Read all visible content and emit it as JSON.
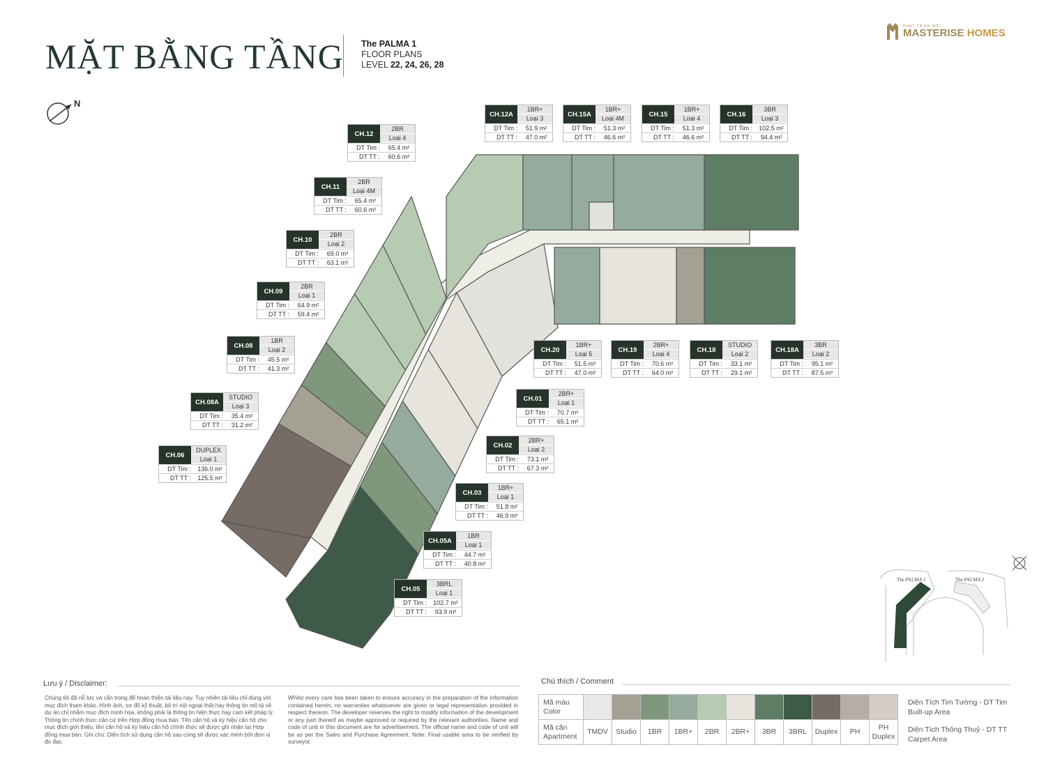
{
  "header": {
    "title": "MẶT BẰNG TẦNG",
    "project": "The PALMA 1",
    "subtitle": "FLOOR PLANS",
    "level_label": "LEVEL",
    "levels": "22, 24, 26, 28"
  },
  "logo": {
    "tagline": "PHÁT TRIỂN BỞI",
    "brand_a": "MASTERISE",
    "brand_b": "HOMES"
  },
  "compass": {
    "label": "N"
  },
  "labels": {
    "built_up": "DT Tim :",
    "carpet": "DT TT :"
  },
  "units": [
    {
      "code": "CH.12A",
      "type": "1BR+",
      "class": "Loại 3",
      "dt_tim": "51.9 m²",
      "dt_tt": "47.0 m²"
    },
    {
      "code": "CH.15A",
      "type": "1BR+",
      "class": "Loại 4M",
      "dt_tim": "51.3 m²",
      "dt_tt": "46.6 m²"
    },
    {
      "code": "CH.15",
      "type": "1BR+",
      "class": "Loại 4",
      "dt_tim": "51.3 m²",
      "dt_tt": "46.6 m²"
    },
    {
      "code": "CH.16",
      "type": "3BR",
      "class": "Loại 3",
      "dt_tim": "102.5 m²",
      "dt_tt": "94.4 m²"
    },
    {
      "code": "CH.12",
      "type": "2BR",
      "class": "Loại 4",
      "dt_tim": "65.4 m²",
      "dt_tt": "60.6 m²"
    },
    {
      "code": "CH.11",
      "type": "2BR",
      "class": "Loại 4M",
      "dt_tim": "65.4 m²",
      "dt_tt": "60.6 m²"
    },
    {
      "code": "CH.10",
      "type": "2BR",
      "class": "Loại 2",
      "dt_tim": "69.0 m²",
      "dt_tt": "63.1 m²"
    },
    {
      "code": "CH.09",
      "type": "2BR",
      "class": "Loại 1",
      "dt_tim": "64.9 m²",
      "dt_tt": "59.4 m²"
    },
    {
      "code": "CH.08",
      "type": "1BR",
      "class": "Loại 2",
      "dt_tim": "45.5 m²",
      "dt_tt": "41.3 m²"
    },
    {
      "code": "CH.08A",
      "type": "STUDIO",
      "class": "Loại 3",
      "dt_tim": "35.4 m²",
      "dt_tt": "31.2 m²"
    },
    {
      "code": "CH.06",
      "type": "DUPLEX",
      "class": "Loại 1",
      "dt_tim": "136.0 m²",
      "dt_tt": "125.5 m²"
    },
    {
      "code": "CH.20",
      "type": "1BR+",
      "class": "Loại 5",
      "dt_tim": "51.5 m²",
      "dt_tt": "47.0 m²"
    },
    {
      "code": "CH.19",
      "type": "2BR+",
      "class": "Loại 4",
      "dt_tim": "70.6 m²",
      "dt_tt": "64.0 m²"
    },
    {
      "code": "CH.18",
      "type": "STUDIO",
      "class": "Loại 2",
      "dt_tim": "33.1 m²",
      "dt_tt": "29.1 m²"
    },
    {
      "code": "CH.18A",
      "type": "3BR",
      "class": "Loại 2",
      "dt_tim": "95.1 m²",
      "dt_tt": "87.5 m²"
    },
    {
      "code": "CH.01",
      "type": "2BR+",
      "class": "Loại 1",
      "dt_tim": "70.7 m²",
      "dt_tt": "65.1 m²"
    },
    {
      "code": "CH.02",
      "type": "2BR+",
      "class": "Loại 2",
      "dt_tim": "73.1 m²",
      "dt_tt": "67.3 m²"
    },
    {
      "code": "CH.03",
      "type": "1BR+",
      "class": "Loại 1",
      "dt_tim": "51.8 m²",
      "dt_tt": "46.9 m²"
    },
    {
      "code": "CH.05A",
      "type": "1BR",
      "class": "Loại 1",
      "dt_tim": "44.7 m²",
      "dt_tt": "40.8 m²"
    },
    {
      "code": "CH.05",
      "type": "3BRL",
      "class": "Loại 1",
      "dt_tim": "102.7 m²",
      "dt_tt": "93.9 m²"
    }
  ],
  "key_plan": {
    "palma1": "The PALMA 1",
    "palma2": "The PALMA 2"
  },
  "disclaimer": {
    "heading": "Lưu ý / Disclaimer:",
    "vi": "Chúng tôi đã nỗ lực và cẩn trọng để hoàn thiện tài liệu này. Tuy nhiên tài liệu chỉ dùng với mục đích tham khảo. Hình ảnh, sơ đồ kỹ thuật, bố trí nội ngoại thất hay thông tin mô tả về dự án chỉ nhằm mục đích minh họa, không phải là thông tin hiện thực hay cam kết pháp lý. Thông tin chính thức căn cứ trên Hợp đồng mua bán. Tên căn hộ và ký hiệu căn hộ cho mục đích giới thiệu, tên căn hộ và ký hiệu căn hộ chính thức sẽ được ghi nhận tại Hợp đồng mua bán. Ghi chú: Diện tích sử dụng căn hộ sau cùng sẽ được xác minh bởi đơn vị đo đạc.",
    "en": "Whilst every care has been taken to ensure accuracy in the preparation of the information contained herein, no warranties whatsoever are given or legal representation provided in respect thereon. The developer reserves the right to modify information of the development or any part thereof as maybe approved or required by the relevant authorities. Name and code of unit in this document are for advertisement. The official name and code of unit will be as per the Sales and Purchase Agreement. Note: Final usable area to be verified by surveyor."
  },
  "legend": {
    "heading": "Chú thích / Comment",
    "color_label_vi": "Mã màu",
    "color_label_en": "Color",
    "apt_label_vi": "Mã căn",
    "apt_label_en": "Apartment",
    "items": [
      {
        "name": "TMDV",
        "color": "#e8e8e6"
      },
      {
        "name": "Studio",
        "color": "#a4a093"
      },
      {
        "name": "1BR",
        "color": "#7f977b"
      },
      {
        "name": "1BR+",
        "color": "#94ab9d"
      },
      {
        "name": "2BR",
        "color": "#b7cbb3"
      },
      {
        "name": "2BR+",
        "color": "#e6e4dc"
      },
      {
        "name": "3BR",
        "color": "#5e7d65"
      },
      {
        "name": "3BRL",
        "color": "#3e5a48"
      },
      {
        "name": "Duplex",
        "color": "#776c65"
      },
      {
        "name": "PH",
        "color": "#b4aea5"
      },
      {
        "name": "PH Duplex",
        "color": "#d4cec5"
      }
    ],
    "built_up_vi": "Diện Tích Tim Tường - DT Tim",
    "built_up_en": "Built-up Area",
    "carpet_vi": "Diện Tích Thông Thuỷ - DT TT",
    "carpet_en": "Carpet Area"
  }
}
